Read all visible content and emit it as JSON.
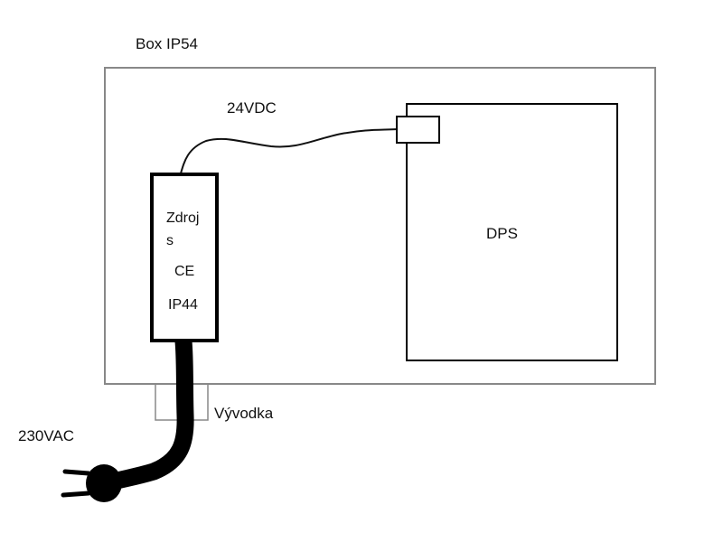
{
  "enclosure": {
    "label": "Box IP54",
    "border_color": "#888888"
  },
  "power_supply": {
    "line1": "Zdroj",
    "line2": "s",
    "line3": "CE",
    "line4": "IP44",
    "border_color": "#000000"
  },
  "board": {
    "label": "DPS",
    "border_color": "#000000"
  },
  "dc_cable": {
    "label": "24VDC"
  },
  "gland": {
    "label": "Vývodka"
  },
  "mains": {
    "label": "230VAC"
  }
}
